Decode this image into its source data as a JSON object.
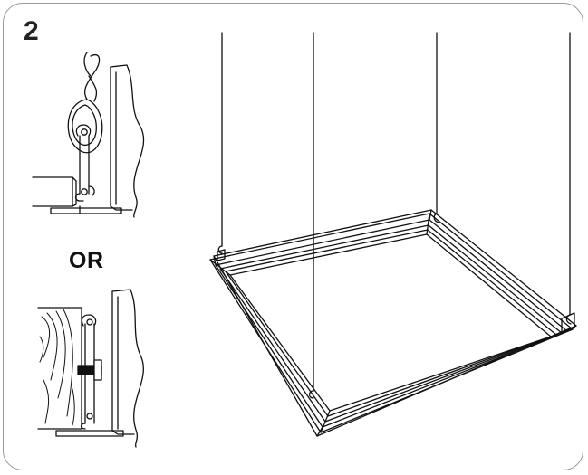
{
  "step": {
    "number": "2"
  },
  "separator": {
    "label": "OR"
  },
  "colors": {
    "line": "#111111",
    "frame_border": "#9a9a9a",
    "background": "#ffffff"
  },
  "detail_top": {
    "description_icon": "wire-loop-hook-icon"
  },
  "detail_bottom": {
    "description_icon": "screw-mount-hook-icon"
  },
  "main": {
    "description_icon": "suspended-frame-icon",
    "wire_count": 4
  }
}
